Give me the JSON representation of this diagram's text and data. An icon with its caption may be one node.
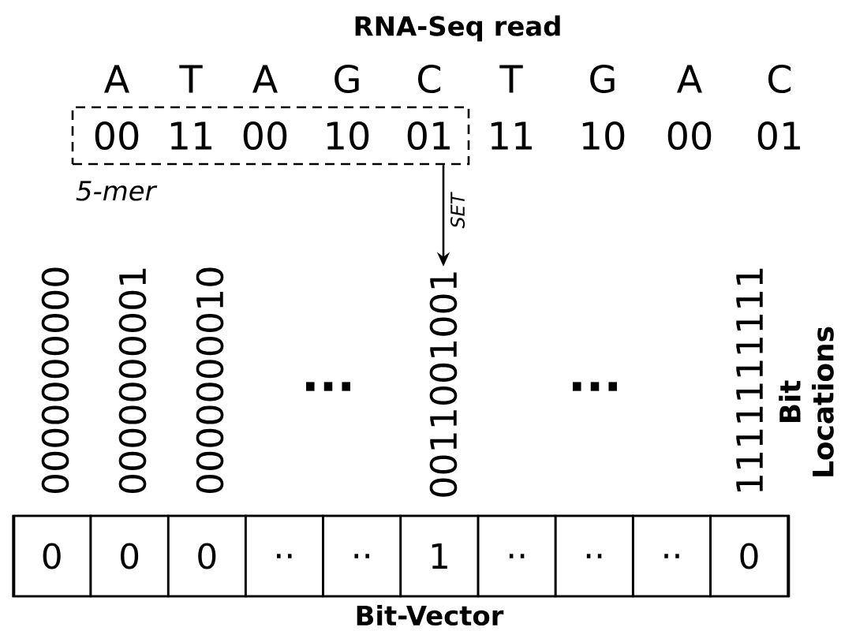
{
  "diagram": {
    "title": "RNA-Seq read",
    "nodes": [
      {
        "text": [
          "5-mer"
        ]
      },
      {
        "text": [
          "Bit-Vector"
        ]
      },
      {
        "text": [
          "0"
        ],
        "in": 1
      },
      {
        "text": [
          "0"
        ],
        "in": 1
      },
      {
        "text": [
          "0"
        ],
        "in": 1
      },
      {
        "text": [
          ".."
        ],
        "in": 1
      },
      {
        "text": [
          ".."
        ],
        "in": 1
      },
      {
        "text": [
          "1"
        ],
        "in": 1
      },
      {
        "text": [
          ".."
        ],
        "in": 1
      },
      {
        "text": [
          ".."
        ],
        "in": 1
      },
      {
        "text": [
          ".."
        ],
        "in": 1
      },
      {
        "text": [
          "0"
        ],
        "in": 1
      },
      {
        "text": [
          "0011001001"
        ]
      }
    ],
    "edges": [
      {
        "from": 0,
        "to": 12,
        "arrow": "to",
        "label": "SET"
      }
    ],
    "labels": [
      "A",
      "T",
      "A",
      "G",
      "C",
      "T",
      "G",
      "A",
      "C",
      "00",
      "11",
      "00",
      "10",
      "01",
      "11",
      "10",
      "00",
      "01",
      "0000000000",
      "0000000001",
      "0000000010",
      "1111111111",
      "...",
      "...",
      "Bit Locations"
    ]
  }
}
